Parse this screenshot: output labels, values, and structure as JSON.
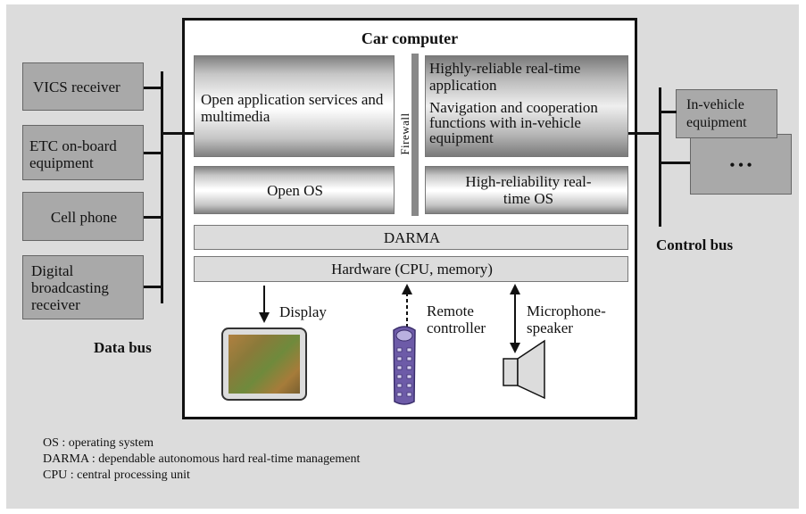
{
  "title": "Car computer",
  "left_devices": [
    "VICS receiver",
    "ETC on-board equipment",
    "Cell phone",
    "Digital broadcasting receiver"
  ],
  "left_bus_label": "Data bus",
  "right_devices": [
    "In-vehicle equipment",
    "• • •"
  ],
  "right_bus_label": "Control bus",
  "open_app": "Open application services and multimedia",
  "firewall": "Firewall",
  "rt_app_line1": "Highly-reliable real-time application",
  "rt_app_line2": "Navigation and cooperation functions with in-vehicle equipment",
  "open_os": "Open OS",
  "rt_os": "High-reliability real-time OS",
  "darma": "DARMA",
  "hardware": "Hardware (CPU, memory)",
  "io": {
    "display": "Display",
    "remote": "Remote controller",
    "speaker": "Microphone- speaker"
  },
  "legend": [
    "OS : operating system",
    "DARMA : dependable autonomous hard real-time management",
    "CPU : central processing unit"
  ]
}
